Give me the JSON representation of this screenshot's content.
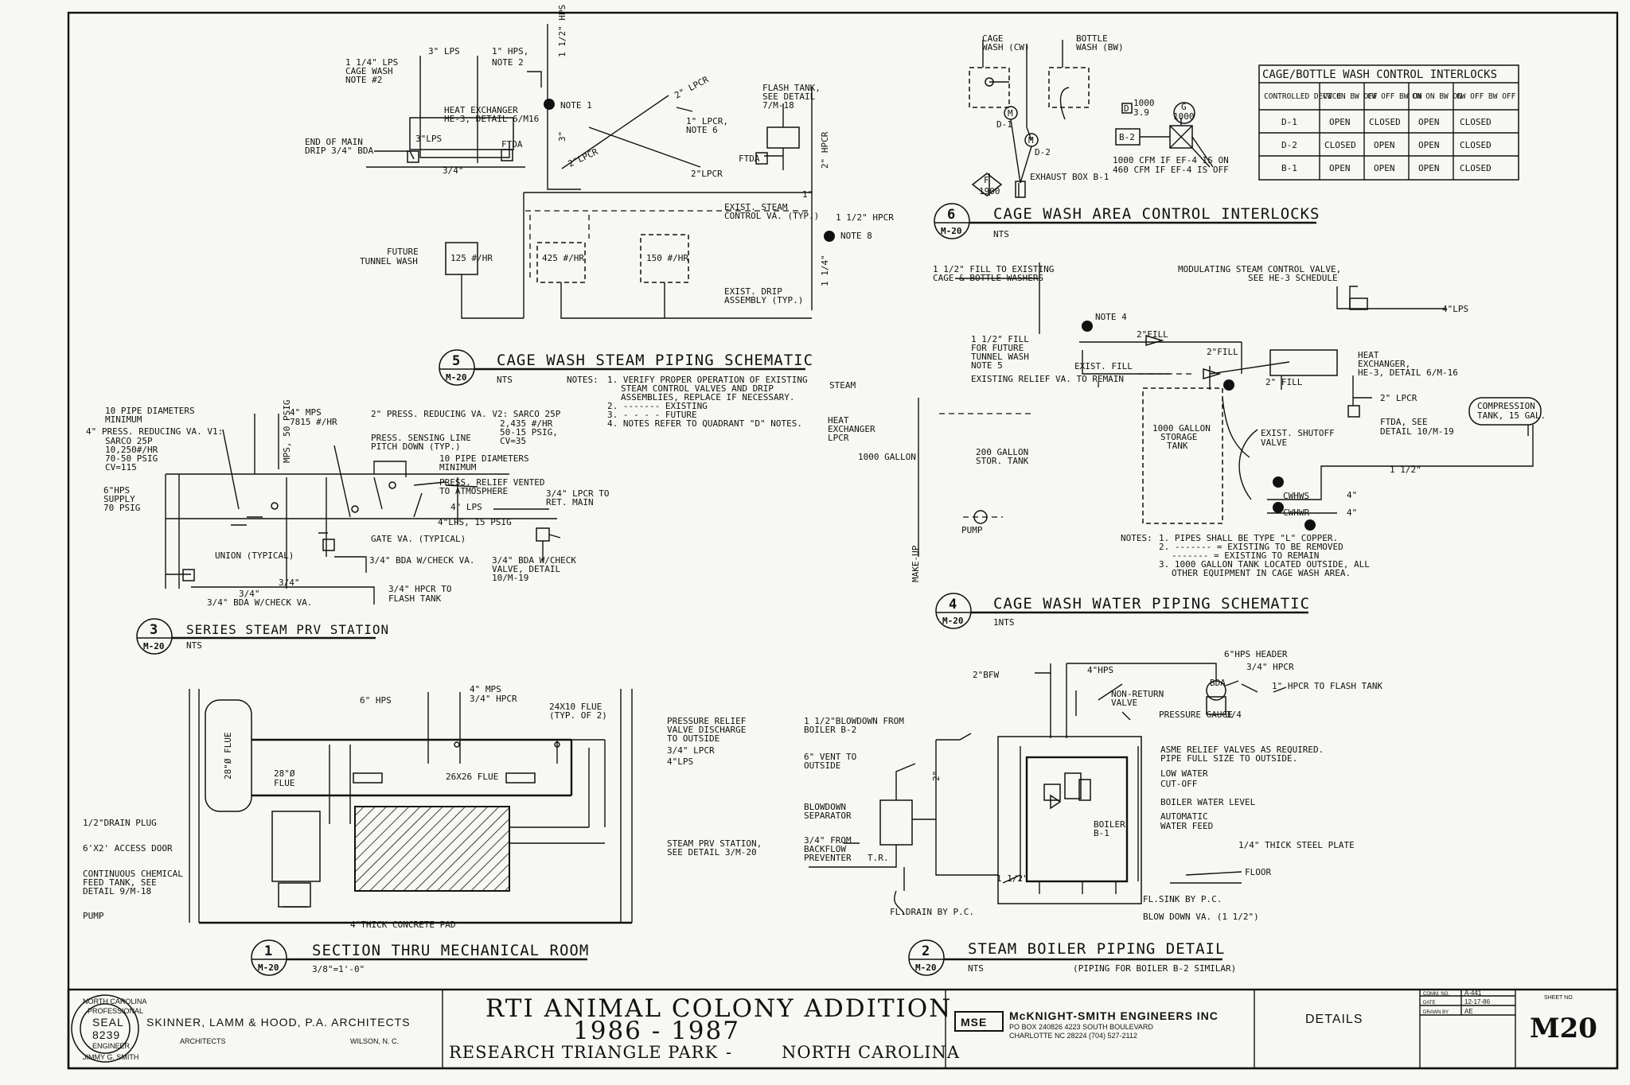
{
  "detail_5": {
    "number": "5",
    "sheet": "M-20",
    "title": "CAGE WASH STEAM PIPING SCHEMATIC",
    "scale": "NTS",
    "notes_label": "NOTES:",
    "notes": [
      "1. VERIFY PROPER OPERATION OF EXISTING",
      "STEAM CONTROL VALVES AND DRIP",
      "ASSEMBLIES, REPLACE IF NECESSARY.",
      "2. ------- EXISTING",
      "3. - - - - FUTURE",
      "4. NOTES REFER TO QUADRANT \"D\" NOTES."
    ],
    "labels": [
      "3\" LPS",
      "1\" HPS,",
      "NOTE 2",
      "1 1/4\" LPS",
      "CAGE WASH",
      "NOTE #2",
      "HEAT EXCHANGER",
      "HE-3, DETAIL 6/M16",
      "3\"LPS",
      "FTDA",
      "END OF MAIN",
      "DRIP 3/4\" BDA",
      "3/4\"",
      "NOTE 1",
      "1 1/2\" HPS",
      "2\" LPCR",
      "FLASH TANK,",
      "SEE DETAIL",
      "7/M-18",
      "1\" LPCR,",
      "NOTE 6",
      "2\"LPCR",
      "2\"LPCR",
      "FTDA",
      "2\" HPCR",
      "1\"",
      "EXIST. STEAM",
      "CONTROL VA. (TYP.)",
      "1 1/2\" HPCR",
      "NOTE 8",
      "FUTURE",
      "TUNNEL WASH",
      "125 #/HR",
      "425 #/HR",
      "150 #/HR",
      "EXIST. DRIP",
      "ASSEMBLY (TYP.)",
      "1 1/4\"",
      "3\""
    ]
  },
  "detail_6": {
    "number": "6",
    "sheet": "M-20",
    "title": "CAGE WASH AREA CONTROL INTERLOCKS",
    "scale": "NTS",
    "labels": [
      "CAGE",
      "WASH (CW)",
      "BOTTLE",
      "WASH (BW)",
      "M",
      "D-1",
      "M",
      "D-2",
      "D",
      "1000",
      "3.9",
      "B-2",
      "G",
      "1000",
      "F",
      "1900",
      "EXHAUST BOX B-1",
      "1000 CFM IF EF-4 IS ON",
      "460 CFM IF EF-4 IS OFF"
    ],
    "table": {
      "title": "CAGE/BOTTLE WASH CONTROL INTERLOCKS",
      "headers": [
        "CONTROLLED DEVICE",
        "CW ON BW OFF",
        "CW OFF BW ON",
        "CW ON BW ON",
        "CW OFF BW OFF"
      ],
      "rows": [
        [
          "D-1",
          "OPEN",
          "CLOSED",
          "OPEN",
          "CLOSED"
        ],
        [
          "D-2",
          "CLOSED",
          "OPEN",
          "OPEN",
          "CLOSED"
        ],
        [
          "B-1",
          "OPEN",
          "OPEN",
          "OPEN",
          "CLOSED"
        ]
      ]
    }
  },
  "detail_3": {
    "number": "3",
    "sheet": "M-20",
    "title": "SERIES STEAM PRV STATION",
    "scale": "NTS",
    "labels": [
      "10 PIPE DIAMETERS",
      "MINIMUM",
      "4\" PRESS. REDUCING VA. V1:",
      "SARCO 25P",
      "10,250#/HR",
      "70-50 PSIG",
      "CV=115",
      "6\"HPS",
      "SUPPLY",
      "70 PSIG",
      "4\" MPS",
      "7815 #/HR",
      "MPS, 50 PSIG",
      "2\" PRESS. REDUCING VA. V2: SARCO 25P",
      "2,435 #/HR",
      "50-15 PSIG,",
      "CV=35",
      "PRESS. SENSING LINE",
      "PITCH DOWN (TYP.)",
      "10 PIPE DIAMETERS",
      "MINIMUM",
      "PRESS. RELIEF VENTED",
      "TO ATMOSPHERE",
      "4\" LPS",
      "3/4\" LPCR TO",
      "RET. MAIN",
      "4\"LPS, 15 PSIG",
      "GATE VA. (TYPICAL)",
      "UNION (TYPICAL)",
      "3/4\" BDA W/CHECK VA.",
      "3/4\" BDA W/CHECK",
      "VALVE, DETAIL",
      "10/M-19",
      "3/4\"",
      "3/4\"",
      "3/4\" HPCR TO",
      "FLASH TANK",
      "3/4\" BDA W/CHECK VA."
    ]
  },
  "detail_4": {
    "number": "4",
    "sheet": "M-20",
    "title": "CAGE WASH WATER PIPING SCHEMATIC",
    "scale": "1NTS",
    "labels": [
      "1 1/2\" FILL TO EXISTING",
      "CAGE & BOTTLE WASHERS",
      "MODULATING STEAM CONTROL VALVE,",
      "SEE HE-3 SCHEDULE",
      "4\"LPS",
      "NOTE 4",
      "1 1/2\" FILL",
      "FOR FUTURE",
      "TUNNEL WASH",
      "NOTE 5",
      "2\"FILL",
      "2\"FILL",
      "EXIST. FILL",
      "EXISTING RELIEF VA. TO REMAIN",
      "HEAT",
      "EXCHANGER,",
      "HE-3, DETAIL 6/M-16",
      "2\" FILL",
      "2\" LPCR",
      "COMPRESSION",
      "TANK, 15 GAL.",
      "STEAM",
      "HEAT",
      "EXCHANGER",
      "LPCR",
      "1000 GALLON",
      "STORAGE",
      "TANK",
      "FTDA, SEE",
      "DETAIL 10/M-19",
      "EXIST. SHUTOFF",
      "VALVE",
      "200 GALLON",
      "STOR. TANK",
      "1 1/2\"",
      "CWHWS",
      "4\"",
      "CWHWR",
      "4\"",
      "PUMP",
      "MAKE-UP"
    ],
    "notes_label": "NOTES:",
    "notes": [
      "1. PIPES SHALL BE TYPE \"L\" COPPER.",
      "2. ------- = EXISTING TO BE REMOVED",
      "------- = EXISTING TO REMAIN",
      "3. 1000 GALLON TANK LOCATED OUTSIDE, ALL",
      "OTHER EQUIPMENT IN CAGE WASH AREA."
    ]
  },
  "detail_1": {
    "number": "1",
    "sheet": "M-20",
    "title": "SECTION THRU MECHANICAL ROOM",
    "scale": "3/8\"=1'-0\"",
    "labels": [
      "4\" MPS",
      "3/4\" HPCR",
      "6\" HPS",
      "24X10 FLUE",
      "(TYP. OF 2)",
      "PRESSURE RELIEF",
      "VALVE DISCHARGE",
      "TO OUTSIDE",
      "3/4\" LPCR",
      "4\"LPS",
      "28\"Ø FLUE",
      "28\"Ø",
      "FLUE",
      "26X26 FLUE",
      "1/2\"DRAIN PLUG",
      "6'X2' ACCESS DOOR",
      "CONTINUOUS CHEMICAL",
      "FEED TANK, SEE",
      "DETAIL 9/M-18",
      "PUMP",
      "4\"THICK CONCRETE PAD",
      "STEAM PRV STATION,",
      "SEE DETAIL 3/M-20"
    ]
  },
  "detail_2": {
    "number": "2",
    "sheet": "M-20",
    "title": "STEAM BOILER PIPING DETAIL",
    "scale": "NTS",
    "note": "(PIPING FOR BOILER B-2 SIMILAR)",
    "labels": [
      "6\"HPS HEADER",
      "3/4\" HPCR",
      "1\" HPCR TO FLASH TANK",
      "2\"BFW",
      "4\"HPS",
      "BDA",
      "NON-RETURN",
      "VALVE",
      "PRESSURE GAUGE",
      "1 1/2\"BLOWDOWN FROM",
      "BOILER B-2",
      "6\" VENT TO",
      "OUTSIDE",
      "ASME RELIEF VALVES AS REQUIRED.",
      "PIPE FULL SIZE TO OUTSIDE.",
      "LOW WATER",
      "CUT-OFF",
      "BOILER WATER LEVEL",
      "AUTOMATIC",
      "WATER FEED",
      "BLOWDOWN",
      "SEPARATOR",
      "BOILER",
      "B-1",
      "3/4\" FROM",
      "BACKFLOW",
      "PREVENTER",
      "T.R.",
      "1/4\" THICK STEEL PLATE",
      "FLOOR",
      "1 1/2\"",
      "FL.SINK BY P.C.",
      "FL.DRAIN BY P.C.",
      "BLOW DOWN VA. (1 1/2\")",
      "2\"",
      "3/4"
    ]
  },
  "title_block": {
    "seal_top": "NORTH CAROLINA",
    "seal_mid1": "PROFESSIONAL",
    "seal_label": "SEAL",
    "seal_number": "8239",
    "seal_mid2": "ENGINEER",
    "seal_name": "JIMMY G. SMITH",
    "architect": "SKINNER, LAMM & HOOD, P.A.   ARCHITECTS",
    "architects_small": "ARCHITECTS",
    "architect_city": "WILSON, N. C.",
    "project": "RTI ANIMAL COLONY ADDITION",
    "years": "1986  -  1987",
    "location_left": "RESEARCH TRIANGLE PARK",
    "location_dash": "-",
    "location_right": "NORTH CAROLINA",
    "engineer_logo": "MSE",
    "engineer": "McKNIGHT-SMITH ENGINEERS INC",
    "engineer_addr1": "PO BOX 240826        4223 SOUTH BOULEVARD",
    "engineer_addr2": "CHARLOTTE NC 28224          (704) 527-2112",
    "sheet_title": "DETAILS",
    "comm_no_label": "COMM. NO.",
    "comm_no": "A-441",
    "date_label": "DATE",
    "date": "12-17-86",
    "drawn_by_label": "DRAWN BY",
    "drawn_by": "AE",
    "sheet_no_label": "SHEET NO.",
    "sheet_no": "M20"
  }
}
